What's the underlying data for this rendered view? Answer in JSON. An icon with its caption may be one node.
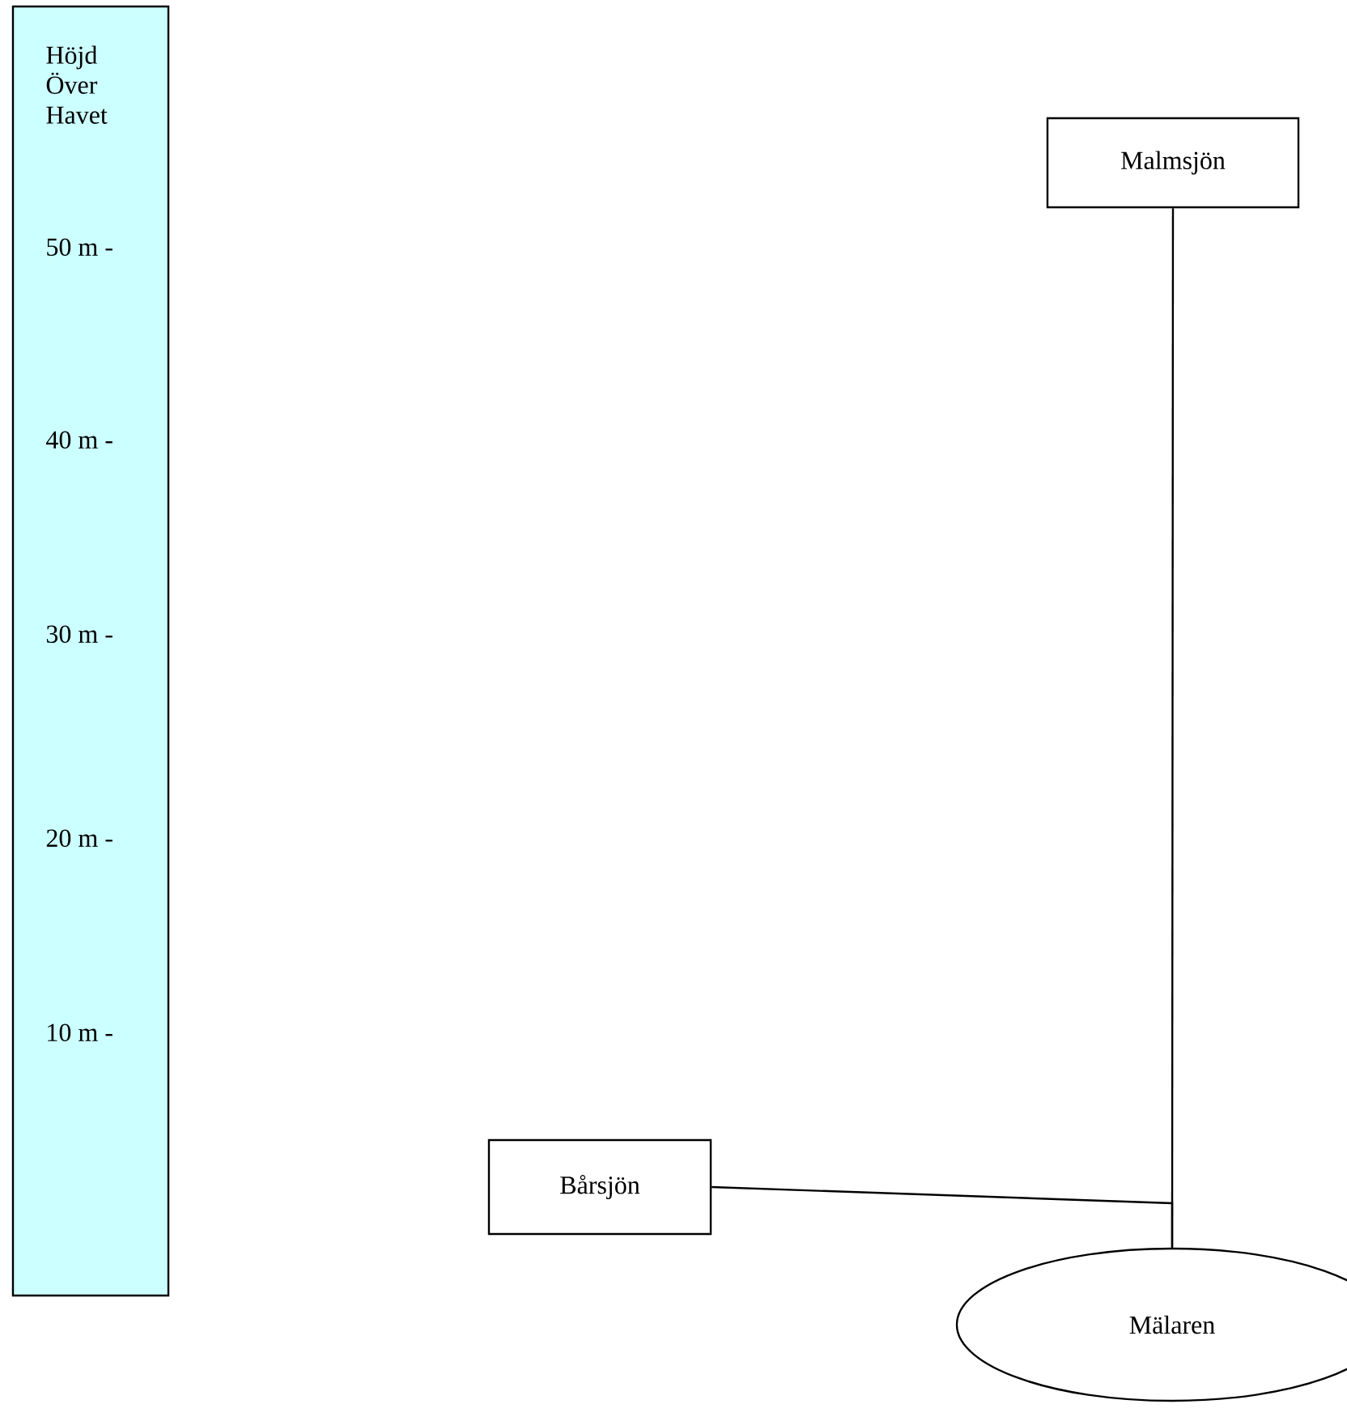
{
  "diagram": {
    "nodes": [
      {
        "text": [
          "Höjd Över Havet",
          "50 m -",
          "40 m -",
          "30 m -",
          "20 m -",
          "10 m -"
        ]
      },
      {
        "text": [
          "Malmsjön"
        ]
      },
      {
        "text": [
          "Bårsjön"
        ]
      },
      {
        "text": [
          "Mälaren"
        ]
      }
    ],
    "edges": [
      {
        "from": 1,
        "to": 3,
        "arrow": "none"
      },
      {
        "from": 2,
        "to": 3,
        "arrow": "none"
      }
    ]
  }
}
